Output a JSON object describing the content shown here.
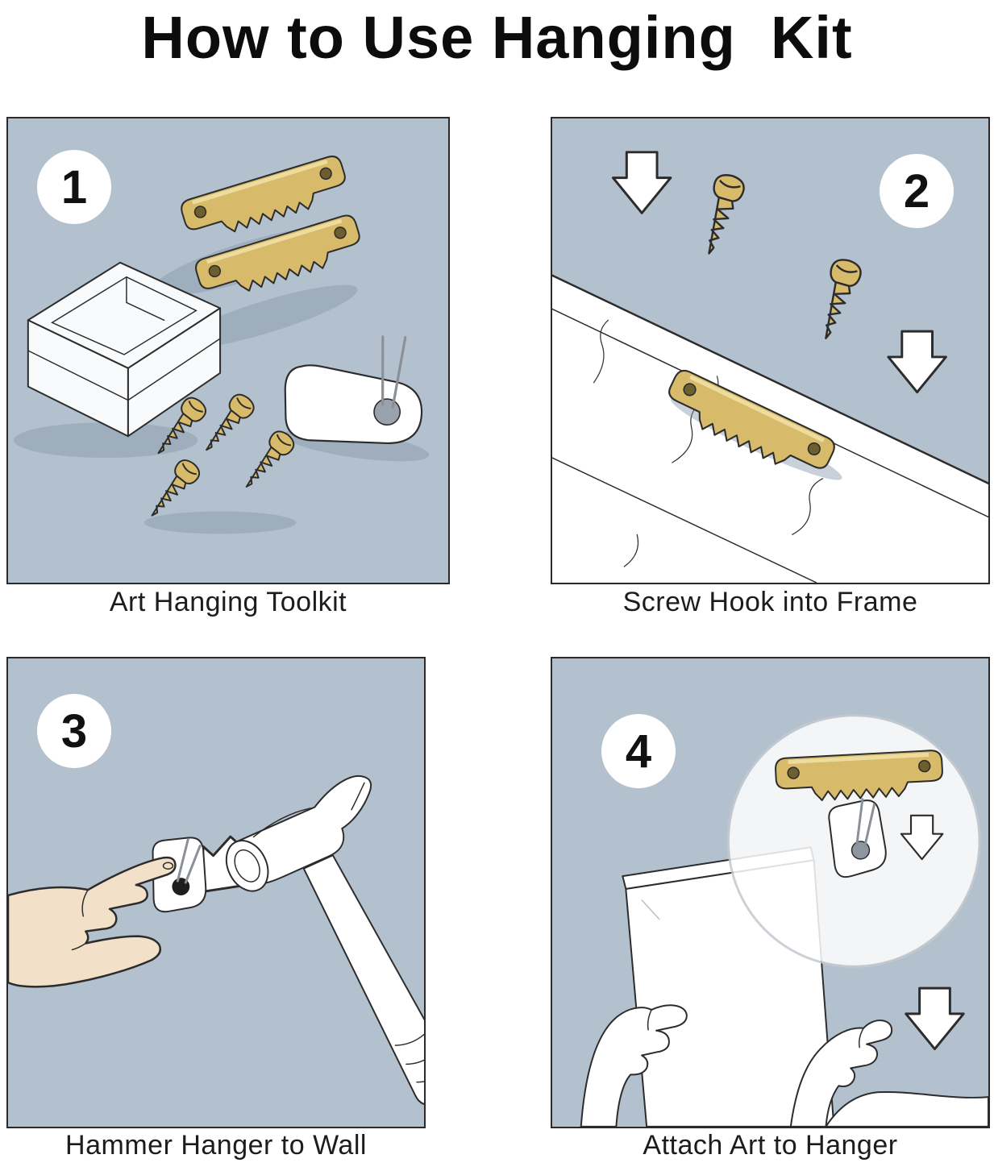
{
  "title": "How to Use Hanging  Kit",
  "panels": [
    {
      "number": "1",
      "caption": "Art Hanging Toolkit"
    },
    {
      "number": "2",
      "caption": "Screw Hook into Frame"
    },
    {
      "number": "3",
      "caption": "Hammer Hanger to Wall"
    },
    {
      "number": "4",
      "caption": "Attach Art to Hanger"
    }
  ],
  "colors": {
    "panel_bg": "#b3c0cd",
    "outline": "#2c2c2c",
    "brass": "#d7ba6a",
    "brass_light": "#f0e0a4",
    "brass_dark": "#a8893c",
    "hole": "#6d5e2f",
    "skin": "#f3e0c8",
    "shadow": "#8699ab",
    "caption": "#1c1c1c"
  },
  "icons": {
    "sawtooth_hanger": "sawtooth-hanger-icon",
    "screw": "screw-icon",
    "down_arrow": "down-arrow-icon",
    "wall_hook": "wall-hook-icon",
    "hammer": "hammer-icon",
    "hand": "hand-icon",
    "storage_case": "storage-case-icon",
    "canvas_frame": "canvas-frame-icon",
    "magnifier": "magnifier-circle-icon"
  }
}
